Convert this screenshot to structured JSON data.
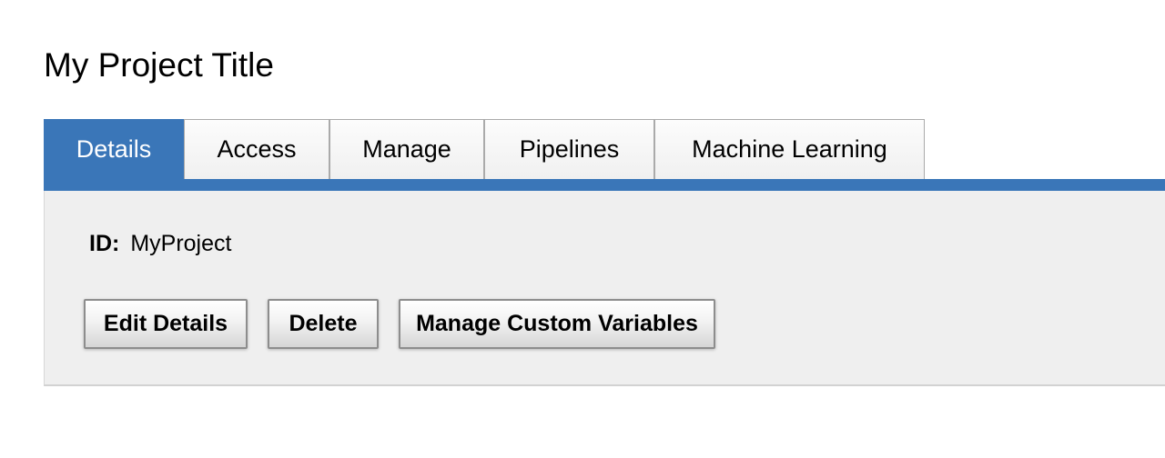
{
  "page": {
    "title": "My Project Title"
  },
  "tabs": [
    {
      "label": "Details",
      "active": true
    },
    {
      "label": "Access",
      "active": false
    },
    {
      "label": "Manage",
      "active": false
    },
    {
      "label": "Pipelines",
      "active": false
    },
    {
      "label": "Machine Learning",
      "active": false
    }
  ],
  "panel": {
    "id_label": "ID:",
    "id_value": "MyProject",
    "buttons": [
      {
        "label": "Edit Details"
      },
      {
        "label": "Delete"
      },
      {
        "label": "Manage Custom Variables"
      }
    ]
  },
  "colors": {
    "active_tab_blue": "#3a76b8",
    "panel_background": "#efefef",
    "panel_border": "#d2d2d2",
    "tab_border": "#aaaaaa",
    "button_border": "#8d8d8d",
    "active_tab_text": "#ffffff",
    "text": "#000000"
  }
}
